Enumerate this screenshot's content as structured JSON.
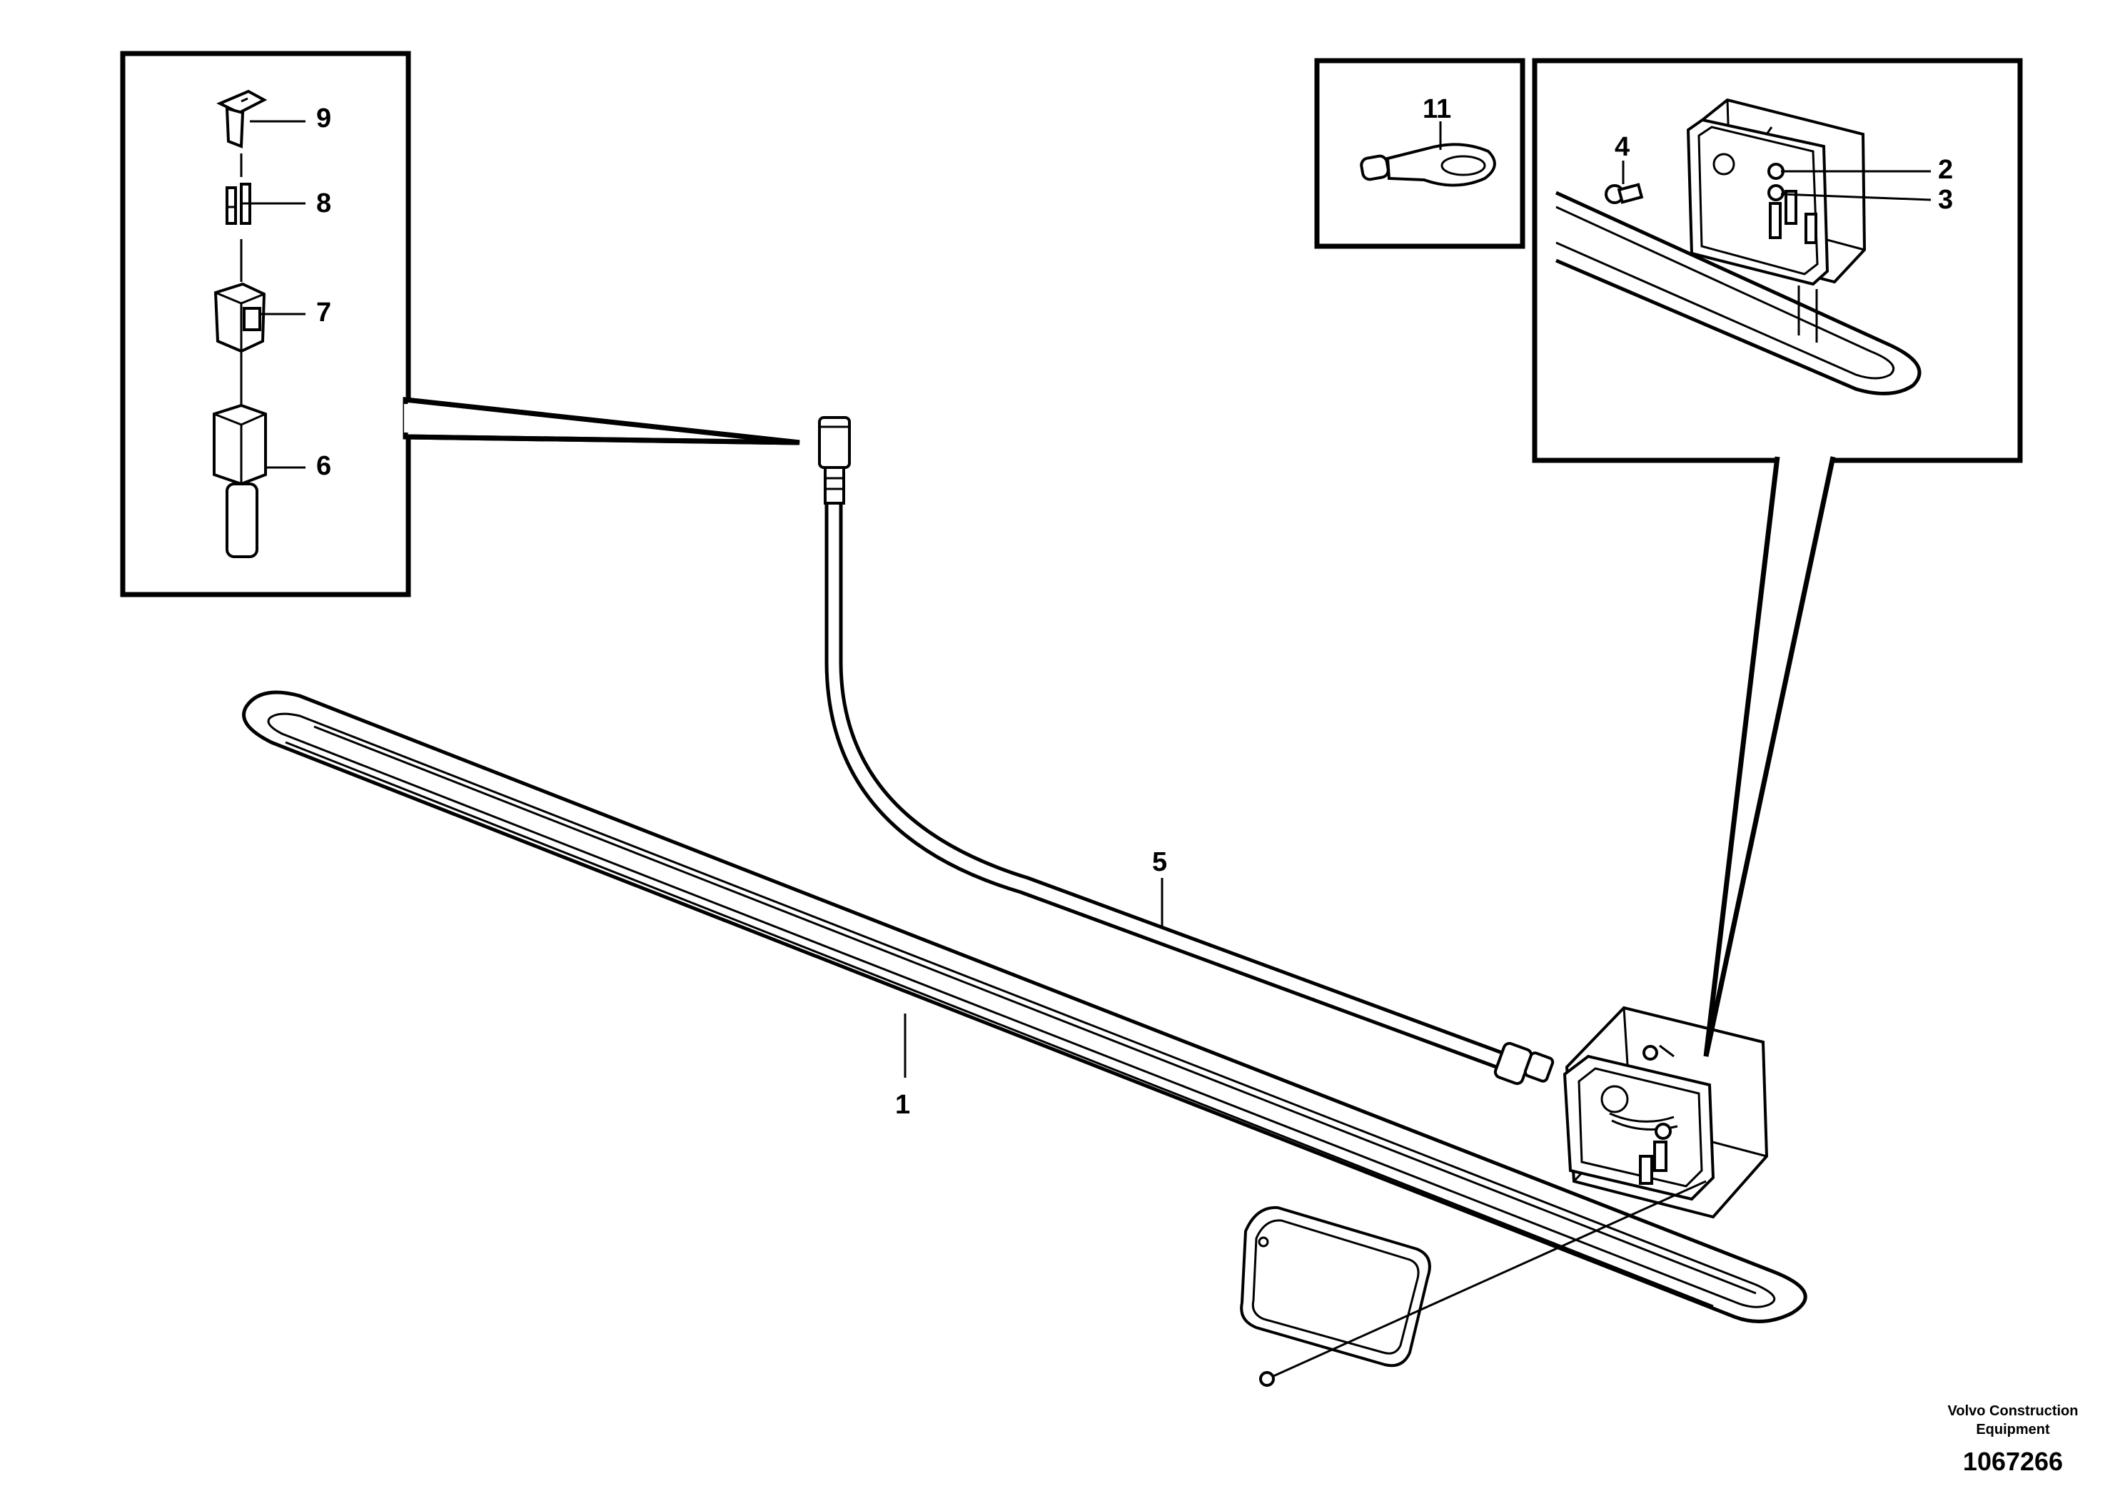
{
  "callouts": {
    "c1": "1",
    "c2": "2",
    "c3": "3",
    "c4": "4",
    "c5": "5",
    "c6": "6",
    "c7": "7",
    "c8": "8",
    "c9": "9",
    "c11": "11"
  },
  "footer": {
    "brand_line1": "Volvo Construction",
    "brand_line2": "Equipment",
    "doc_number": "1067266"
  },
  "icons": {
    "connector_detail": "connector-exploded-icon",
    "terminal": "ring-terminal-icon",
    "junction_box": "junction-box-icon",
    "heating_loop": "heating-element-loop-icon"
  }
}
